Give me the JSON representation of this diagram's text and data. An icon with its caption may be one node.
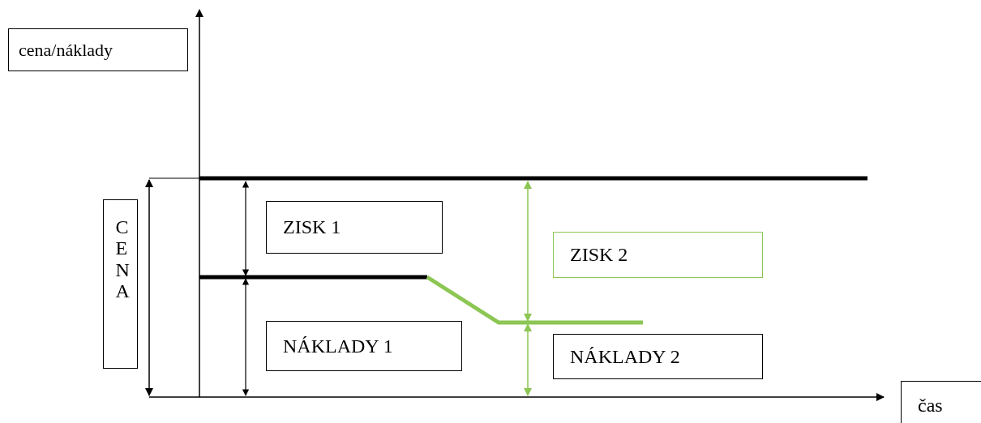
{
  "diagram": {
    "nodes": [
      {
        "text": [
          "cena/náklady"
        ]
      },
      {
        "text": [
          "CENA"
        ]
      },
      {
        "text": [
          "ZISK 1"
        ]
      },
      {
        "text": [
          "NÁKLADY 1"
        ]
      },
      {
        "text": [
          "ZISK 2"
        ]
      },
      {
        "text": [
          "NÁKLADY 2"
        ]
      },
      {
        "text": [
          "čas"
        ]
      }
    ],
    "edges": []
  }
}
